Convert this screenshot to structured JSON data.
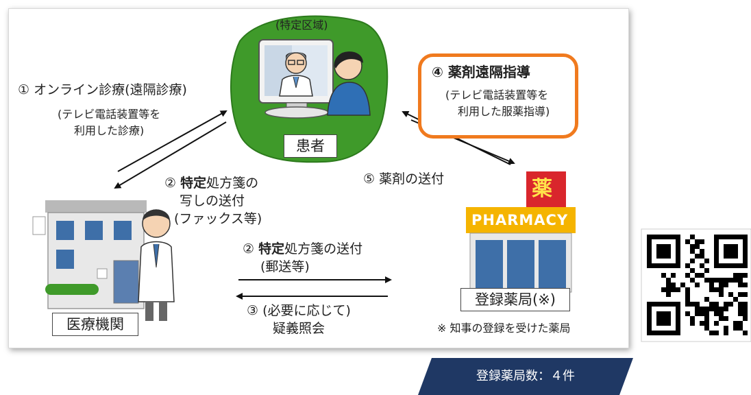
{
  "region_label": "(特定区域)",
  "patient_label": "患者",
  "medical_label": "医療機関",
  "pharmacy_label": "登録薬局(※)",
  "pharmacy_sign_char": "薬",
  "pharmacy_sign_text": "PHARMACY",
  "step1": {
    "title": "① オンライン診療(遠隔診療)",
    "sub1": "(テレビ電話装置等を",
    "sub2": "利用した診療)"
  },
  "step2a": {
    "line1_num": "② ",
    "line1_bold": "特定",
    "line1_rest": "処方箋の",
    "line2": "写しの送付",
    "line3": "(ファックス等)"
  },
  "step2b": {
    "line1_num": "② ",
    "line1_bold": "特定",
    "line1_rest": "処方箋の送付",
    "line2": "(郵送等)"
  },
  "step3": {
    "line1": "③ (必要に応じて)",
    "line2": "疑義照会"
  },
  "step4": {
    "title": "④  薬剤遠隔指導",
    "sub1": "(テレビ電話装置等を",
    "sub2": "利用した服薬指導)"
  },
  "step5": {
    "label": "⑤  薬剤の送付"
  },
  "footnote": "※ 知事の登録を受けた薬局",
  "count_banner": "登録薬局数：４件",
  "colors": {
    "accent_orange": "#f07a1e",
    "banner_navy": "#1f3864",
    "region_green": "#3f9a2a"
  }
}
